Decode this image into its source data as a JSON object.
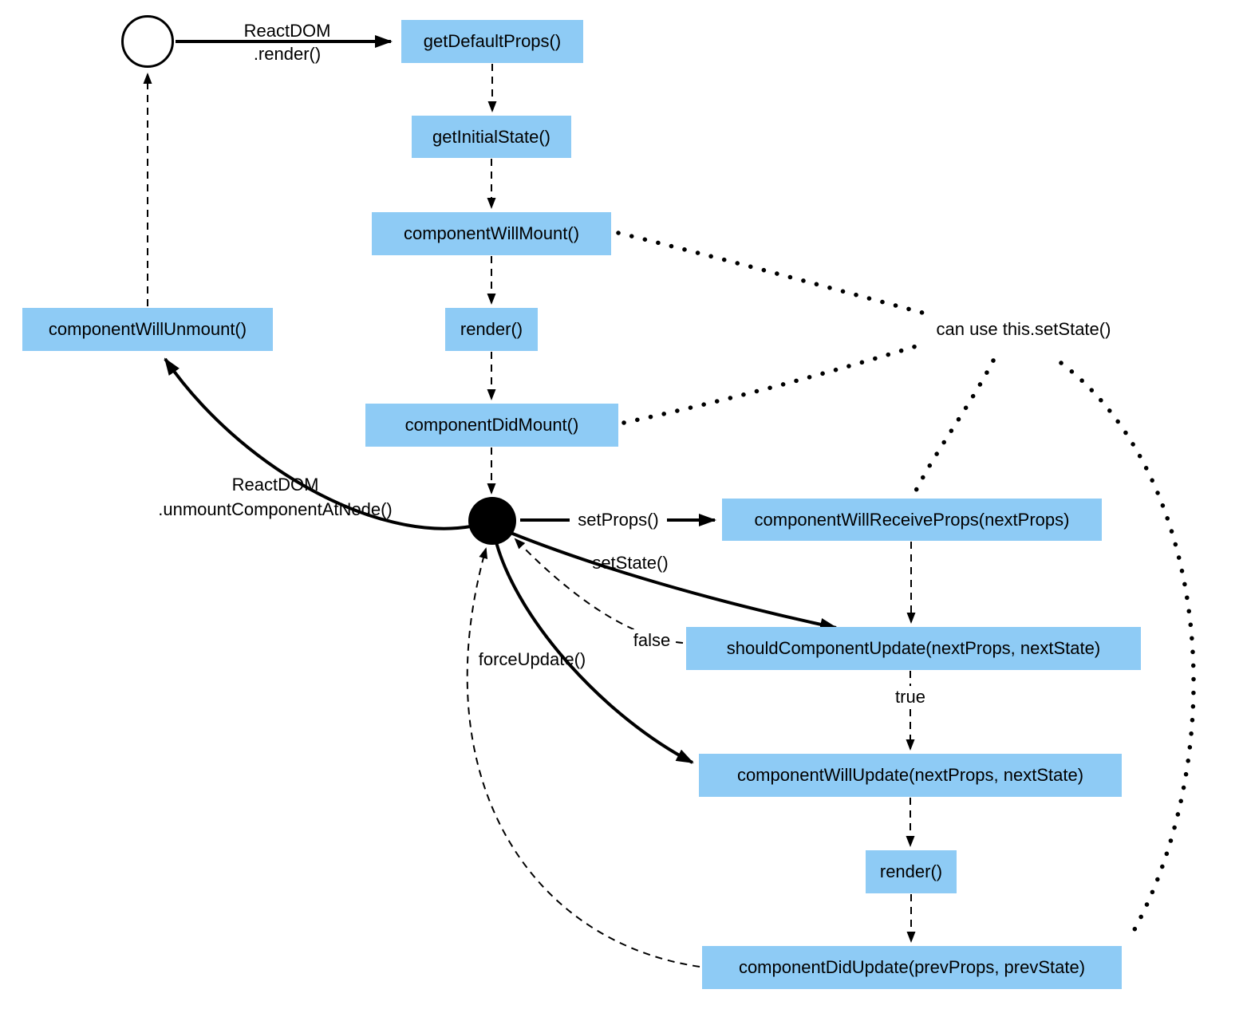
{
  "diagram": {
    "nodes": {
      "getDefaultProps": "getDefaultProps()",
      "getInitialState": "getInitialState()",
      "componentWillMount": "componentWillMount()",
      "renderMount": "render()",
      "componentDidMount": "componentDidMount()",
      "componentWillUnmount": "componentWillUnmount()",
      "componentWillReceiveProps": "componentWillReceiveProps(nextProps)",
      "shouldComponentUpdate": "shouldComponentUpdate(nextProps, nextState)",
      "componentWillUpdate": "componentWillUpdate(nextProps, nextState)",
      "renderUpdate": "render()",
      "componentDidUpdate": "componentDidUpdate(prevProps, prevState)"
    },
    "edge_labels": {
      "mount_call": "ReactDOM\n.render()",
      "unmount_call": "ReactDOM\n.unmountComponentAtNode()",
      "set_props": "setProps()",
      "set_state": "setState()",
      "force_update": "forceUpdate()",
      "false_branch": "false",
      "true_branch": "true",
      "can_use_set_state": "can use this.setState()"
    },
    "colors": {
      "node_fill": "#8ECBF5",
      "node_text": "#000000",
      "line": "#000000",
      "background": "#FFFFFF"
    }
  }
}
